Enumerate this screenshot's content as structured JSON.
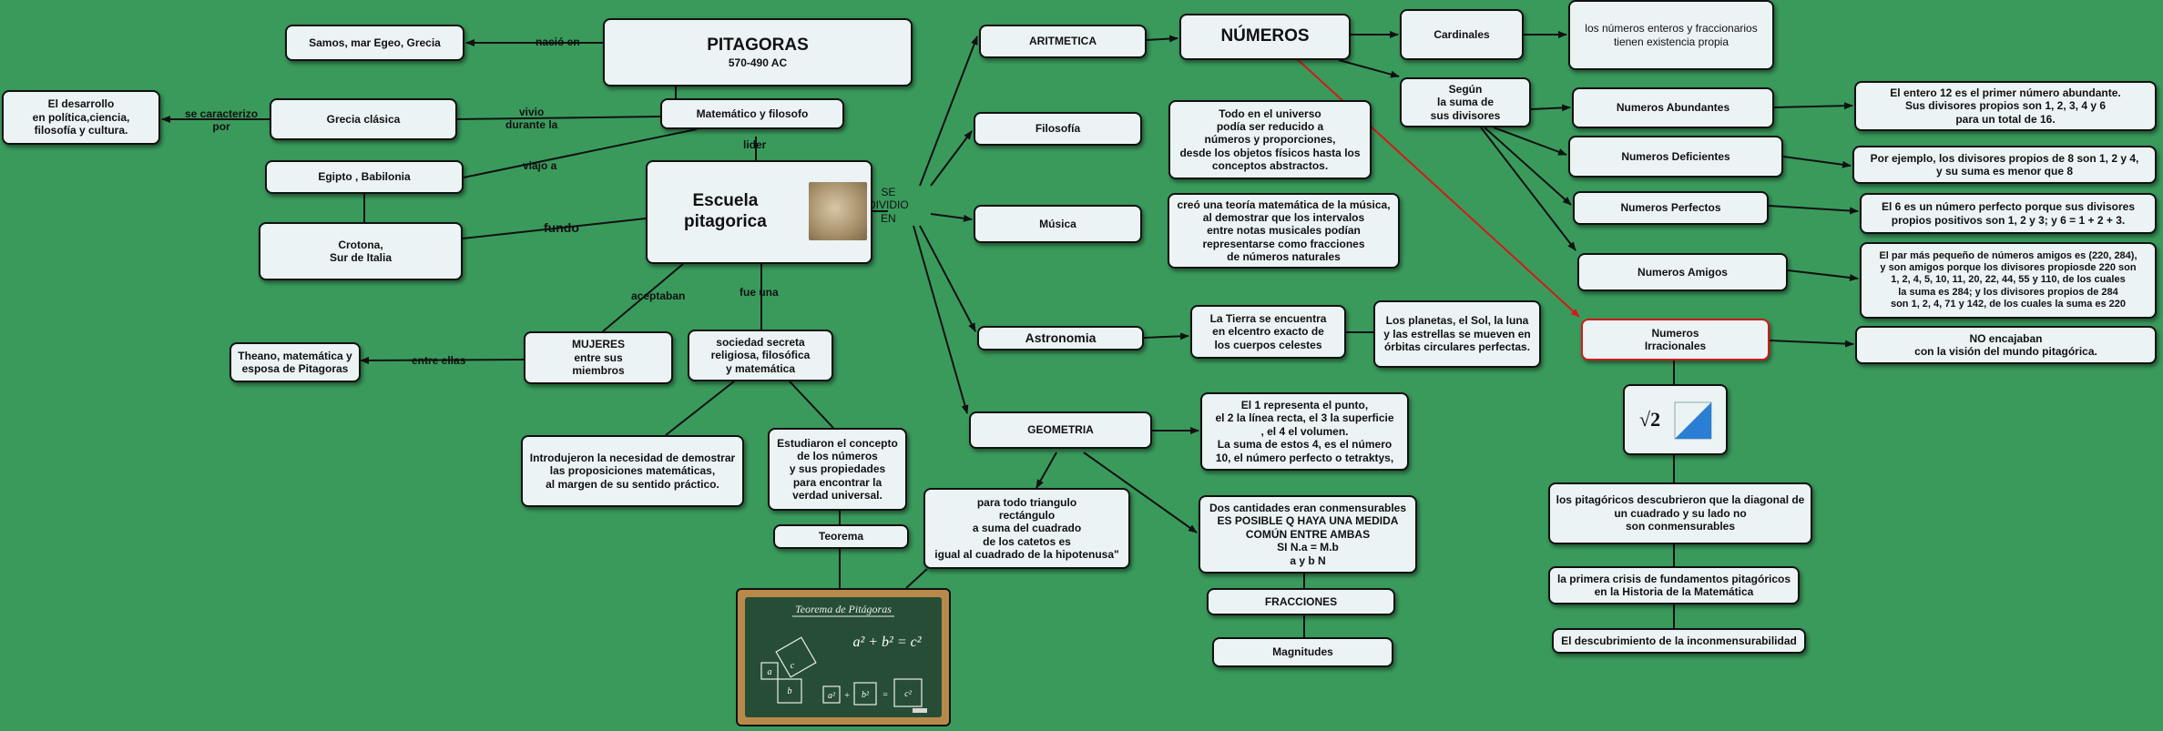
{
  "colors": {
    "background": "#3a9a5c",
    "node_fill": "#ecf3f5",
    "node_border": "#111111",
    "highlight_border": "#d21a1a",
    "chalk_board": "#274d36",
    "board_frame": "#b88a4a"
  },
  "pythagoras": {
    "name": "PITAGORAS",
    "dates": "570-490 AC",
    "birthplace": "Samos, mar Egeo, Grecia",
    "role": "Matemático y filosofo",
    "lived_in": "Grecia clásica",
    "characterized_by": "El desarrollo\nen política,ciencia,\nfilosofía y cultura.",
    "traveled_to": "Egipto , Babilonia",
    "founded_at": "Crotona,\nSur de Italia"
  },
  "school": {
    "name": "Escuela\npitagorica",
    "image_icon": "mosaic-portrait-icon",
    "women": "MUJERES\nentre sus\nmiembros",
    "theano": "Theano, matemática y\nesposa de Pitagoras",
    "secret_society": "sociedad secreta\nreligiosa, filosófica\ny matemática",
    "demonstration": "Introdujeron la necesidad de demostrar\nlas proposiciones matemáticas,\nal margen de su sentido práctico.",
    "studied": "Estudiaron el concepto\nde los números\ny sus propiedades\npara encontrar la\nverdad universal.",
    "theorem": "Teorema",
    "chalkboard": {
      "title": "Teorema de Pitágoras",
      "formula": "a² + b² = c²",
      "square_a": "a²",
      "square_b": "b²",
      "square_c": "c²",
      "side_a": "a",
      "side_b": "b",
      "side_c": "c",
      "plus": "+",
      "equals": "="
    }
  },
  "divisions": {
    "aritmetica": "ARITMETICA",
    "filosofia": "Filosofía",
    "musica": "Música",
    "astronomia": "Astronomia",
    "geometria": "GEOMETRIA"
  },
  "numeros": {
    "title": "NÚMEROS",
    "cardinales": "Cardinales",
    "cardinales_desc": "los números enteros y fraccionarios\ntienen existencia propia",
    "segun": "Según\nla suma de\nsus divisores",
    "abundantes": "Numeros Abundantes",
    "abundantes_desc": "El entero 12 es el primer número abundante.\nSus divisores propios son 1, 2, 3, 4 y 6\npara un total de 16.",
    "deficientes": "Numeros Deficientes",
    "deficientes_desc": "Por ejemplo, los divisores propios de 8 son 1, 2 y 4,\ny su suma es menor que 8",
    "perfectos": "Numeros  Perfectos",
    "perfectos_desc": "El 6 es un número perfecto porque sus divisores\npropios positivos son 1, 2 y 3; y 6 = 1 + 2 + 3.",
    "amigos": "Numeros Amigos",
    "amigos_desc": "El par más pequeño de números amigos es (220, 284),\ny son amigos porque los divisores propiosde 220 son\n1, 2, 4, 5, 10, 11, 20, 22, 44, 55 y 110, de los cuales\nla suma es 284; y los divisores propios de 284\nson 1, 2, 4, 71 y 142, de los cuales la suma es 220",
    "irracionales": "Numeros\nIrracionales",
    "irracionales_desc": "NO  encajaban\ncon la visión del mundo pitagórica.",
    "sqrt_symbol": "√2",
    "diagonal": "los pitagóricos descubrieron que la diagonal de\nun cuadrado y su lado no\nson conmensurables",
    "crisis": "la primera crisis de fundamentos pitagóricos\nen la Historia de la Matemática",
    "descubrimiento": "El descubrimiento de la inconmensurabilidad"
  },
  "filosofia_desc": "Todo en el universo\npodía ser reducido a\nnúmeros y proporciones,\ndesde los objetos físicos hasta los\nconceptos abstractos.",
  "musica_desc": "creó una teoría matemática de la música,\nal demostrar que los intervalos\nentre notas musicales podían\nrepresentarse como fracciones\nde números naturales",
  "astronomia": {
    "tierra": "La Tierra se encuentra\nen elcentro exacto de\nlos cuerpos celestes",
    "planetas": "Los planetas, el Sol, la luna\ny las estrellas se mueven en\nórbitas circulares perfectas."
  },
  "geometria": {
    "tetraktys": "El 1 representa el punto,\nel 2 la línea recta, el 3 la superficie\n, el 4 el volumen.\nLa suma de estos 4, es el número\n10, el número perfecto o tetraktys,",
    "triangulo": "para todo triangulo\nrectángulo\na suma del cuadrado\nde los catetos es\nigual al cuadrado de la hipotenusa\"",
    "conmensurables": "Dos cantidades eran  conmensurables\nES POSIBLE Q HAYA UNA MEDIDA\nCOMÚN ENTRE AMBAS\nSI N.a = M.b\na y b N",
    "fracciones": "FRACCIONES",
    "magnitudes": "Magnitudes"
  },
  "link_labels": {
    "nacio_en": "nació en",
    "vivio": "vivio\ndurante la",
    "se_caracterizo": "se caracterizo\npor",
    "viajo": "viajo a",
    "fundo": "fundo",
    "lider": "lider",
    "aceptaban": "aceptaban",
    "fue_una": "fue una",
    "entre_ellas": "entre ellas",
    "se_dividio": "SE\nDIVIDIO\nEN"
  }
}
